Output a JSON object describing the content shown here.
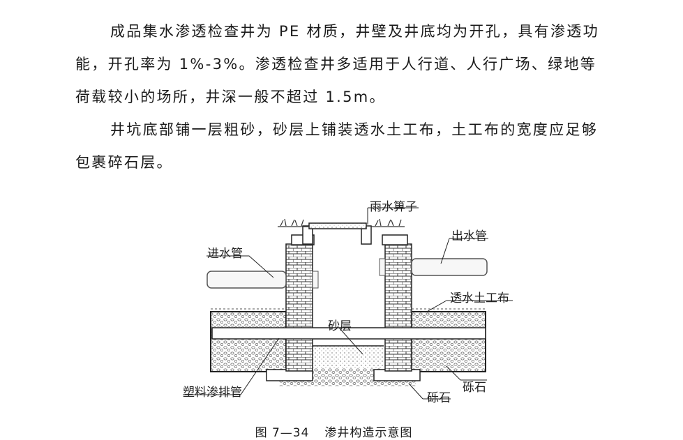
{
  "paragraphs": [
    "成品集水渗透检查井为 PE 材质，井壁及井底均为开孔，具有渗透功能，开孔率为 1%-3%。渗透检查井多适用于人行道、人行广场、绿地等荷载较小的场所，井深一般不超过 1.5m。",
    "井坑底部铺一层粗砂，砂层上铺装透水土工布，土工布的宽度应足够包裹碎石层。"
  ],
  "figure": {
    "labels": {
      "grate": "雨水箅子",
      "inlet": "进水管",
      "outlet": "出水管",
      "geotextile": "透水土工布",
      "sand": "砂层",
      "pipe": "塑料渗排管",
      "gravel_right": "砾石",
      "gravel_bottom": "砾石"
    },
    "caption_number": "图 7—34",
    "caption_title": "渗井构造示意图"
  }
}
